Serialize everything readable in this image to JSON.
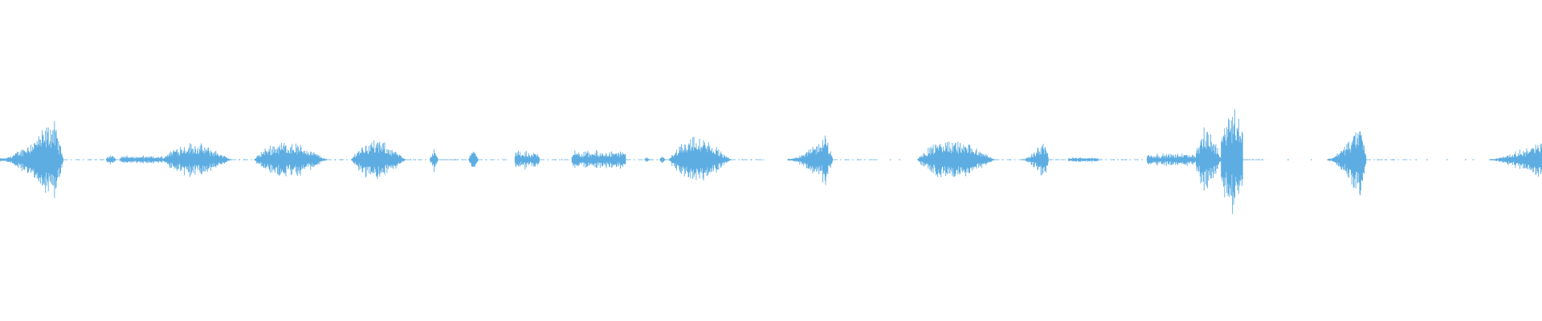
{
  "waveform": {
    "color": "#5DADE2",
    "background": "#ffffff",
    "segments": [
      {
        "start": 0.0,
        "end": 0.041,
        "peak": 0.29,
        "shape": "rise-drop"
      },
      {
        "start": 0.069,
        "end": 0.075,
        "peak": 0.05,
        "shape": "blip"
      },
      {
        "start": 0.078,
        "end": 0.105,
        "peak": 0.03,
        "shape": "flat"
      },
      {
        "start": 0.105,
        "end": 0.15,
        "peak": 0.12,
        "shape": "rise-fall"
      },
      {
        "start": 0.165,
        "end": 0.212,
        "peak": 0.13,
        "shape": "rise-fall"
      },
      {
        "start": 0.228,
        "end": 0.263,
        "peak": 0.14,
        "shape": "rise-fall"
      },
      {
        "start": 0.279,
        "end": 0.284,
        "peak": 0.1,
        "shape": "blip"
      },
      {
        "start": 0.304,
        "end": 0.31,
        "peak": 0.08,
        "shape": "blip"
      },
      {
        "start": 0.334,
        "end": 0.35,
        "peak": 0.07,
        "shape": "flat"
      },
      {
        "start": 0.371,
        "end": 0.406,
        "peak": 0.07,
        "shape": "flat"
      },
      {
        "start": 0.418,
        "end": 0.421,
        "peak": 0.02,
        "shape": "blip"
      },
      {
        "start": 0.428,
        "end": 0.431,
        "peak": 0.03,
        "shape": "blip"
      },
      {
        "start": 0.434,
        "end": 0.474,
        "peak": 0.16,
        "shape": "rise-fall"
      },
      {
        "start": 0.511,
        "end": 0.54,
        "peak": 0.18,
        "shape": "rise-drop"
      },
      {
        "start": 0.595,
        "end": 0.645,
        "peak": 0.14,
        "shape": "rise-fall"
      },
      {
        "start": 0.663,
        "end": 0.68,
        "peak": 0.14,
        "shape": "rise-drop"
      },
      {
        "start": 0.693,
        "end": 0.712,
        "peak": 0.02,
        "shape": "flat"
      },
      {
        "start": 0.744,
        "end": 0.775,
        "peak": 0.05,
        "shape": "flat"
      },
      {
        "start": 0.775,
        "end": 0.792,
        "peak": 0.22,
        "shape": "rise-fall"
      },
      {
        "start": 0.792,
        "end": 0.806,
        "peak": 0.38,
        "shape": "burst"
      },
      {
        "start": 0.861,
        "end": 0.886,
        "peak": 0.27,
        "shape": "rise-drop"
      },
      {
        "start": 0.966,
        "end": 1.0,
        "peak": 0.13,
        "shape": "rise"
      }
    ],
    "specks": [
      0.058,
      0.062,
      0.066,
      0.155,
      0.158,
      0.217,
      0.221,
      0.266,
      0.269,
      0.29,
      0.295,
      0.315,
      0.36,
      0.364,
      0.418,
      0.481,
      0.487,
      0.493,
      0.548,
      0.556,
      0.567,
      0.577,
      0.583,
      0.65,
      0.655,
      0.722,
      0.727,
      0.73,
      0.812,
      0.818,
      0.835,
      0.85,
      0.893,
      0.898,
      0.903,
      0.918,
      0.925,
      0.938,
      0.95,
      0.955
    ]
  }
}
